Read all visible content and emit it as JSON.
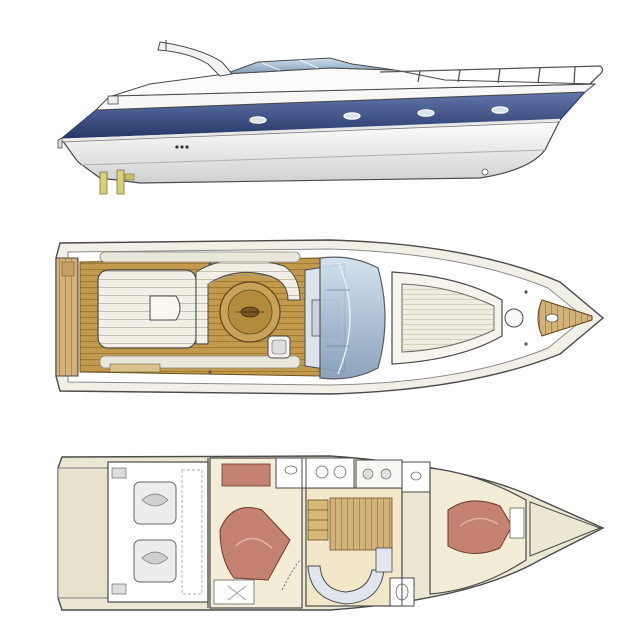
{
  "figure": {
    "views": [
      {
        "id": "side-profile",
        "label": ""
      },
      {
        "id": "deck-plan",
        "label": ""
      },
      {
        "id": "interior-layout",
        "label": ""
      }
    ]
  },
  "colors": {
    "hull_white": "#f3f3f1",
    "hull_blue": "#3f5590",
    "hull_blue_dark": "#26386a",
    "teak": "#b48a3c",
    "teak_light": "#d8c28d",
    "upholstery": "#ecebe2",
    "cushion_red": "#c58270",
    "glass": "#9fb8cf",
    "stainless": "#9a9a9a",
    "outline": "#4a4a4a"
  }
}
